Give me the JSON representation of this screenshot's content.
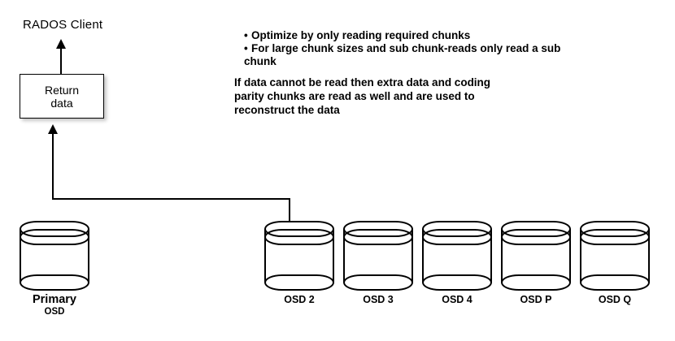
{
  "diagram": {
    "title_label": "RADOS Client",
    "return_box": {
      "line1": "Return",
      "line2": "data"
    },
    "bullets": [
      "Optimize by only reading required chunks",
      "For large chunk sizes and sub chunk-reads only read a sub chunk"
    ],
    "bullet_glyph": "•",
    "note": [
      "If data cannot be read then extra data and coding",
      "parity chunks are read as well and are used to",
      "reconstruct the data"
    ],
    "primary_osd": {
      "label_main": "Primary",
      "label_sub": "OSD"
    },
    "osd_nodes": [
      {
        "label": "OSD 2"
      },
      {
        "label": "OSD 3"
      },
      {
        "label": "OSD 4"
      },
      {
        "label": "OSD P"
      },
      {
        "label": "OSD Q"
      }
    ],
    "colors": {
      "background": "#ffffff",
      "stroke": "#000000",
      "text": "#000000"
    }
  }
}
